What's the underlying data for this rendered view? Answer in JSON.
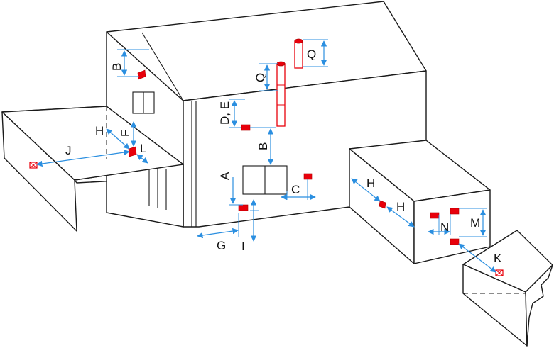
{
  "labels": {
    "a": "A",
    "b_upper": "B",
    "b_lower": "B",
    "c": "C",
    "de": "D, E",
    "f": "F",
    "g": "G",
    "h_left": "H",
    "h_right_top": "H",
    "h_right_bottom": "H",
    "i": "I",
    "j": "J",
    "k": "K",
    "l": "L",
    "m": "M",
    "n": "N",
    "q_left": "Q",
    "q_right": "Q"
  },
  "colors": {
    "dimension": "#2b8fe0",
    "vent": "#e8000b",
    "outline": "#1a1a1a"
  }
}
